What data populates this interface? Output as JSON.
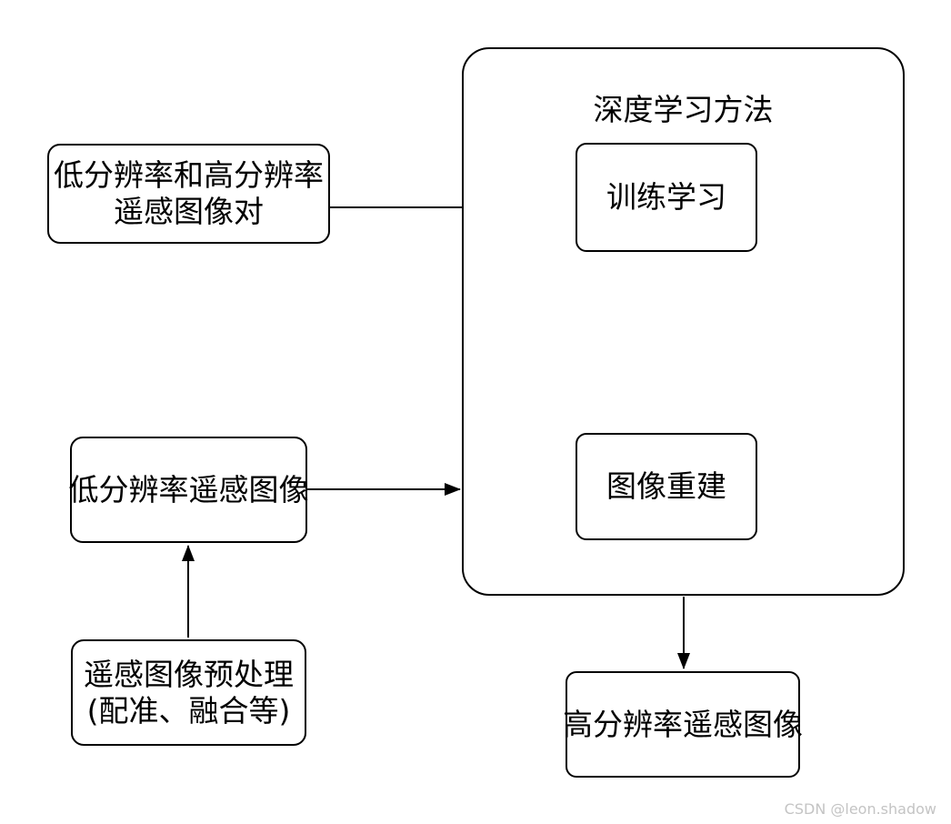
{
  "diagram": {
    "group": {
      "title": "深度学习方法"
    },
    "nodes": {
      "image_pair": {
        "line1": "低分辨率和高分辨率",
        "line2": "遥感图像对"
      },
      "training": {
        "label": "训练学习"
      },
      "reconstruction": {
        "label": "图像重建"
      },
      "low_res_image": {
        "label": "低分辨率遥感图像"
      },
      "preprocessing": {
        "line1": "遥感图像预处理",
        "line2": "(配准、融合等)"
      },
      "high_res_image": {
        "label": "高分辨率遥感图像"
      }
    },
    "edges": [
      {
        "from": "image_pair",
        "to": "training"
      },
      {
        "from": "training",
        "to": "reconstruction"
      },
      {
        "from": "low_res_image",
        "to": "deep_learning_group"
      },
      {
        "from": "preprocessing",
        "to": "low_res_image"
      },
      {
        "from": "deep_learning_group",
        "to": "high_res_image"
      }
    ],
    "colors": {
      "stroke": "#000000",
      "background": "#ffffff",
      "watermark": "#c4c4c4"
    },
    "watermark": "CSDN @leon.shadow"
  }
}
